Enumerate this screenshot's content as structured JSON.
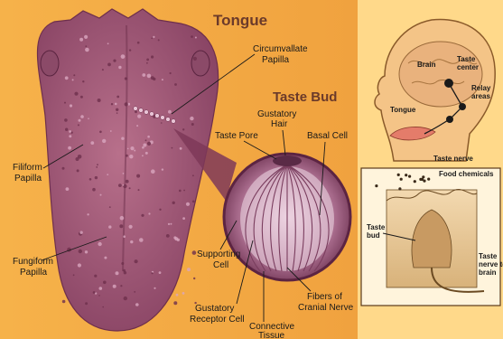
{
  "colors": {
    "background_left": "#f3b04b",
    "background_right": "#ffd98a",
    "tongue": "#a7607a",
    "tongue_dark": "#7f3c58",
    "title": "#6b3a2a"
  },
  "titles": {
    "tongue": "Tongue",
    "taste_bud": "Taste Bud"
  },
  "labels": {
    "circumvallate_1": "Circumvallate",
    "circumvallate_2": "Papilla",
    "filiform_1": "Filiform",
    "filiform_2": "Papilla",
    "fungiform_1": "Fungiform",
    "fungiform_2": "Papilla",
    "gustatory_hair_1": "Gustatory",
    "gustatory_hair_2": "Hair",
    "taste_pore": "Taste Pore",
    "basal_cell": "Basal Cell",
    "supporting_1": "Supporting",
    "supporting_2": "Cell",
    "receptor_1": "Gustatory",
    "receptor_2": "Receptor Cell",
    "connective_1": "Connective",
    "connective_2": "Tissue",
    "fibers_1": "Fibers of",
    "fibers_2": "Cranial Nerve"
  },
  "inset_top": {
    "brain": "Brain",
    "taste_center_1": "Taste",
    "taste_center_2": "center",
    "relay_1": "Relay",
    "relay_2": "areas",
    "tongue": "Tongue",
    "taste_nerve": "Taste nerve"
  },
  "inset_bottom": {
    "food_chemicals": "Food chemicals",
    "taste_bud_1": "Taste",
    "taste_bud_2": "bud",
    "nerve_1": "Taste",
    "nerve_2": "nerve to",
    "nerve_3": "brain"
  }
}
